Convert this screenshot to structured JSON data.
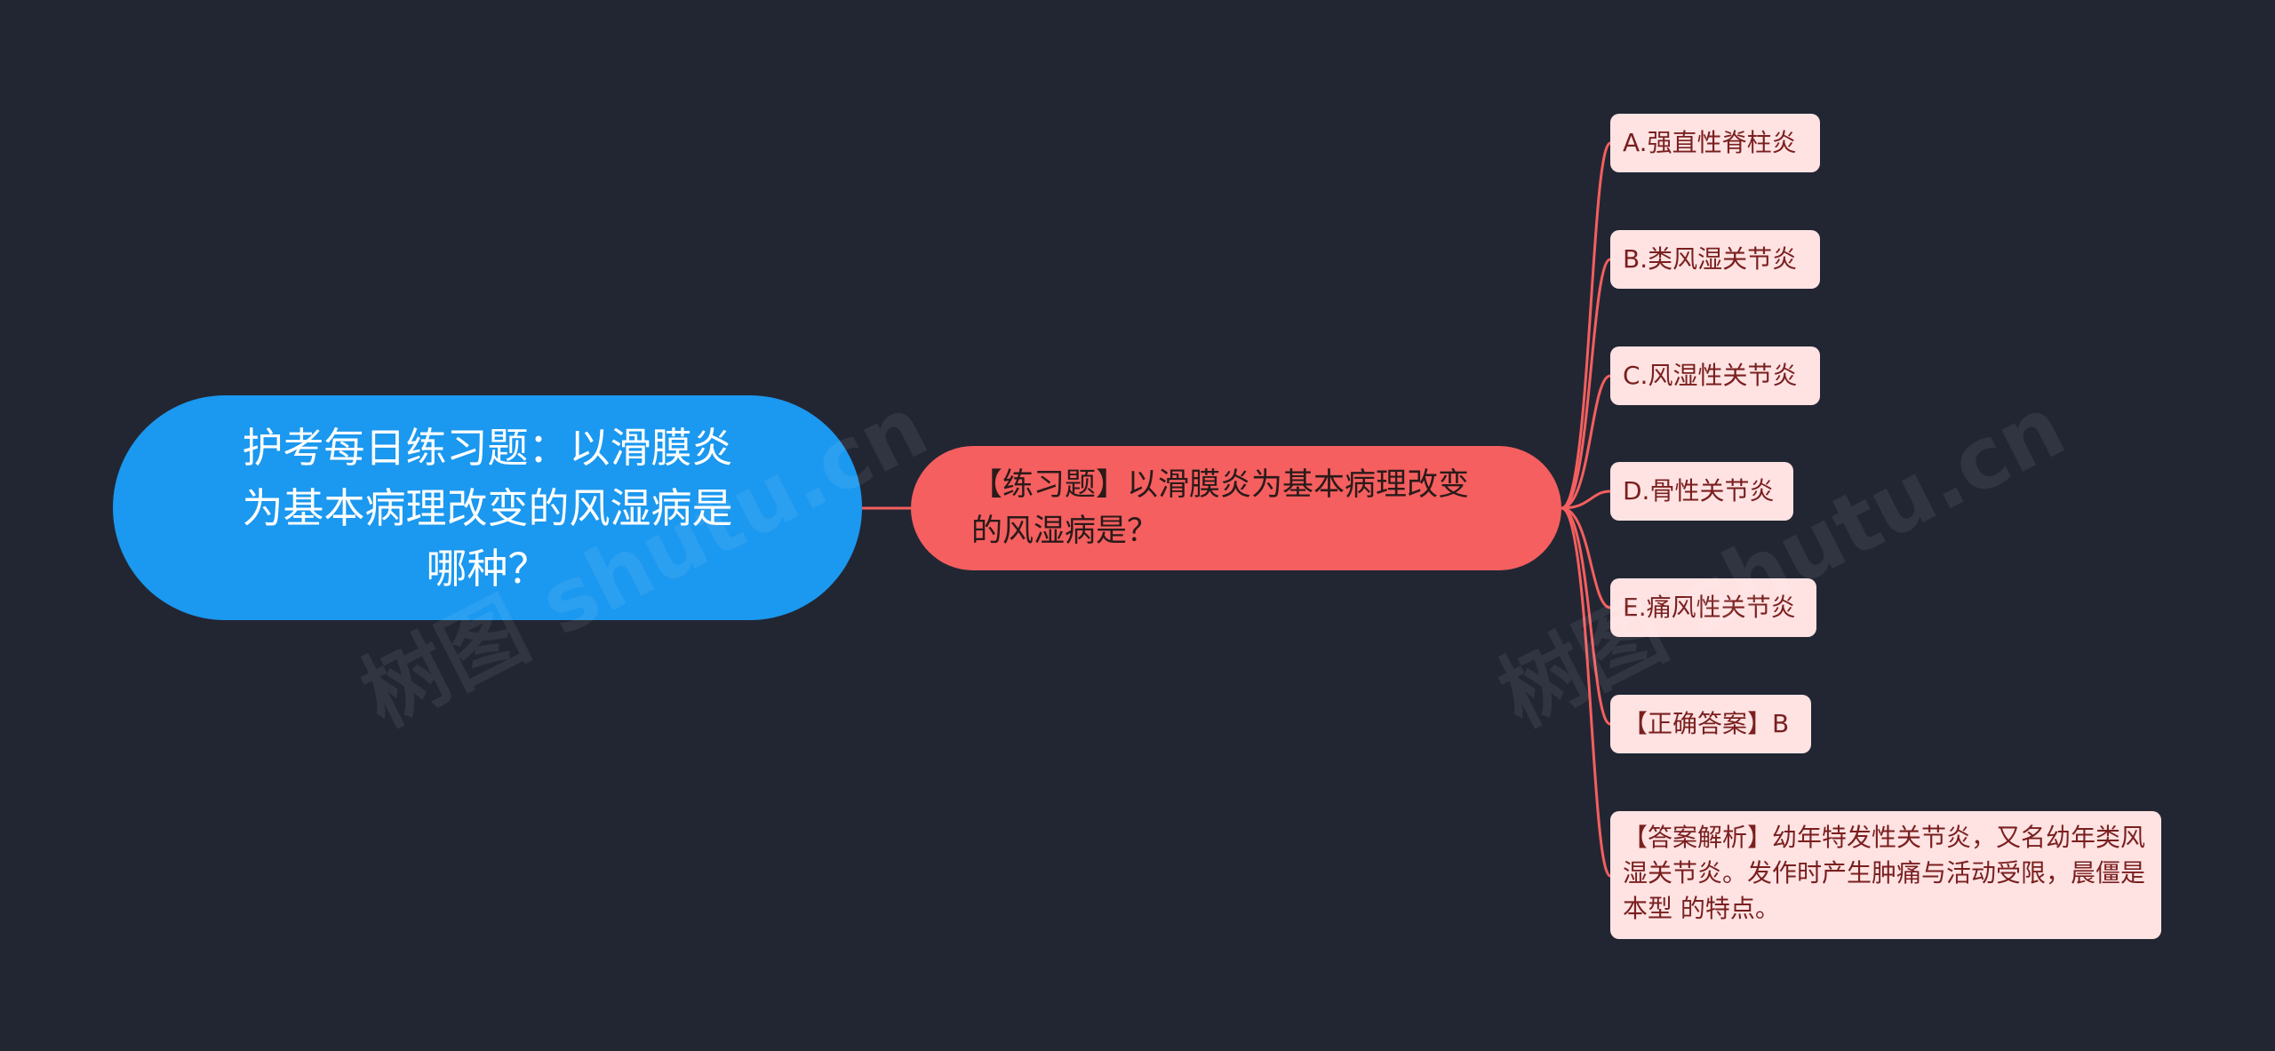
{
  "root": {
    "title": "护考每日练习题：以滑膜炎为基本病理改变的风湿病是哪种？",
    "color": "#1b98ef"
  },
  "question": {
    "text": "【练习题】以滑膜炎为基本病理改变的风湿病是？",
    "color": "#f55f5f"
  },
  "options": [
    {
      "label": "A.强直性脊柱炎"
    },
    {
      "label": "B.类风湿关节炎"
    },
    {
      "label": "C.风湿性关节炎"
    },
    {
      "label": "D.骨性关节炎"
    },
    {
      "label": "E.痛风性关节炎"
    },
    {
      "label": "【正确答案】B"
    },
    {
      "label": "【答案解析】幼年特发性关节炎，又名幼年类风湿关节炎。发作时产生肿痛与活动受限，晨僵是本型 的特点。"
    }
  ],
  "colors": {
    "background": "#222633",
    "connector": "#f55f5f",
    "leaf_fill": "#ffe3e3",
    "leaf_text": "#7a1f1f"
  },
  "watermark": "树图 shutu.cn"
}
